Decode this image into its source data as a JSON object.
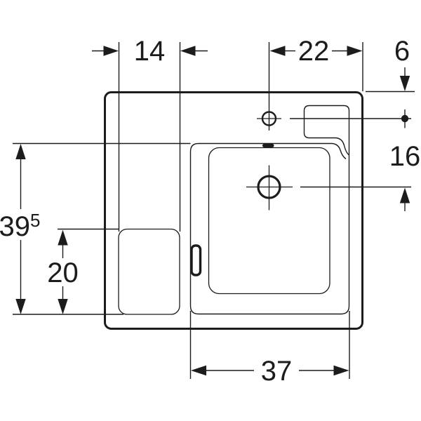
{
  "drawing": {
    "colors": {
      "line": "#1c1c1c",
      "background": "#ffffff"
    },
    "dimensions": {
      "shelf_width": "14",
      "tap_to_right_edge": "22",
      "edge_to_tap": "6",
      "tap_to_drain": "16",
      "depth_main": "39",
      "depth_sup": "5",
      "shelf_depth": "20",
      "bowl_width": "37"
    }
  }
}
